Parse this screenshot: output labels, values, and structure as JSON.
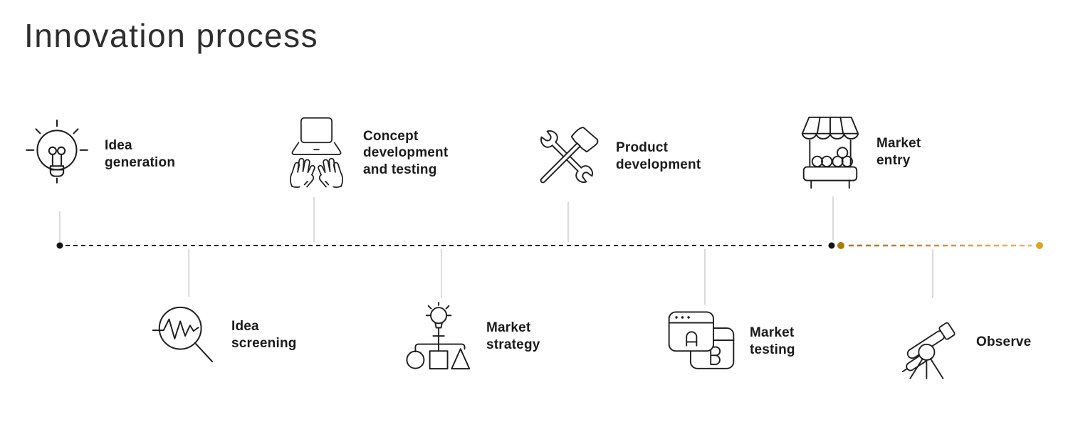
{
  "title": "Innovation process",
  "stages": [
    {
      "id": "idea-generation",
      "label": "Idea\ngeneration",
      "icon": "lightbulb-rays-icon",
      "position": "above-line"
    },
    {
      "id": "idea-screening",
      "label": "Idea\nscreening",
      "icon": "magnifier-wave-icon",
      "position": "below-line"
    },
    {
      "id": "concept-development",
      "label": "Concept\ndevelopment\nand testing",
      "icon": "laptop-typing-hands-icon",
      "position": "above-line"
    },
    {
      "id": "market-strategy",
      "label": "Market\nstrategy",
      "icon": "lightbulb-org-chart-icon",
      "position": "below-line"
    },
    {
      "id": "product-development",
      "label": "Product\ndevelopment",
      "icon": "wrench-hammer-icon",
      "position": "above-line"
    },
    {
      "id": "market-testing",
      "label": "Market\ntesting",
      "icon": "ab-test-windows-icon",
      "position": "below-line"
    },
    {
      "id": "market-entry",
      "label": "Market\nentry",
      "icon": "market-stall-icon",
      "position": "above-line"
    },
    {
      "id": "observe",
      "label": "Observe",
      "icon": "telescope-icon",
      "position": "below-line"
    }
  ],
  "timeline": {
    "orientation": "horizontal",
    "segments": [
      {
        "name": "innovation-phase",
        "style": "dashed",
        "color": "#141414",
        "start_marker": "black-dot",
        "end_marker": "black-dot",
        "spans": "Idea generation to Market entry"
      },
      {
        "name": "post-entry-phase",
        "style": "dashed",
        "color_start": "#9e750b",
        "color_end": "#e9bc49",
        "start_marker": "dark-gold-dot",
        "end_marker": "gold-dot",
        "spans": "Market entry to Observe"
      }
    ]
  },
  "colors": {
    "background": "#ffffff",
    "label_text": "#1a1a1a",
    "title_text": "#2e2e2e",
    "icon_stroke": "#1d1d1d",
    "connector_gray": "#cfcfcf",
    "timeline_black": "#141414",
    "gold_dark": "#9e750b",
    "gold_light": "#e9bc49",
    "gold_dot_start": "#a87c10",
    "gold_dot_end": "#d8a72e"
  }
}
